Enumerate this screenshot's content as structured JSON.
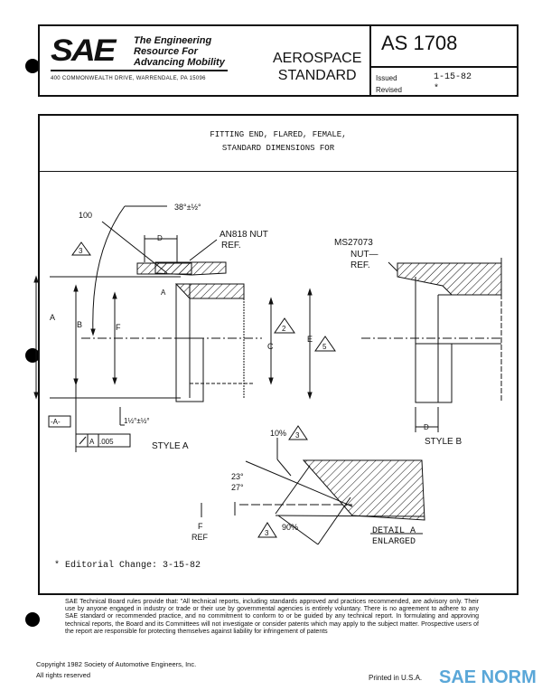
{
  "header": {
    "logo": "SAE",
    "tagline": [
      "The Engineering",
      "Resource For",
      "Advancing Mobility"
    ],
    "address": "400 COMMONWEALTH DRIVE, WARRENDALE, PA 15096",
    "doc_type": [
      "AEROSPACE",
      "STANDARD"
    ],
    "doc_number": "AS 1708",
    "issued_label": "Issued",
    "issued_value": "1-15-82",
    "revised_label": "Revised",
    "revised_value": "*"
  },
  "drawing": {
    "title": [
      "FITTING END, FLARED, FEMALE,",
      "STANDARD DIMENSIONS FOR"
    ],
    "labels": {
      "finish": "100",
      "flare_angle": "38°±½°",
      "an_nut": "AN818 NUT",
      "ref": "REF.",
      "ms_nut": [
        "MS27073",
        "NUT—",
        "REF."
      ],
      "dim_a": "A",
      "dim_b": "B",
      "dim_c": "C",
      "dim_d": "D",
      "dim_e": "E",
      "dim_f": "F",
      "note_2": "2",
      "note_3": "3",
      "note_5": "5",
      "taper": "1½°±½°",
      "datum": "-A-",
      "runout_a": "A",
      "runout_tol": ".005",
      "style_a": "STYLE A",
      "style_b": "STYLE B",
      "pct_10": "10%",
      "pct_90": "90%",
      "angle_23": "23°",
      "angle_27": "27°",
      "f_ref": [
        "F",
        "REF"
      ],
      "detail": [
        "DETAIL A",
        "ENLARGED"
      ]
    },
    "editorial": "* Editorial Change:  3-15-82"
  },
  "footer": {
    "disclaimer": "SAE Technical Board rules provide that: \"All technical reports, including standards approved and practices recommended, are advisory only. Their use by anyone engaged in industry or trade or their use by governmental agencies is entirely voluntary. There is no agreement to adhere to any SAE standard or recommended practice, and no commitment to conform to or be guided by any technical report. In formulating and approving technical reports, the Board and its Committees will not investigate or consider patents which may apply to the subject matter. Prospective users of the report are responsible for protecting themselves against liability for infringement of patents",
    "copyright": "Copyright 1982 Society of Automotive Engineers, Inc.",
    "rights": "All rights reserved",
    "printed": "Printed in U.S.A.",
    "watermark": "SAE NORM"
  }
}
